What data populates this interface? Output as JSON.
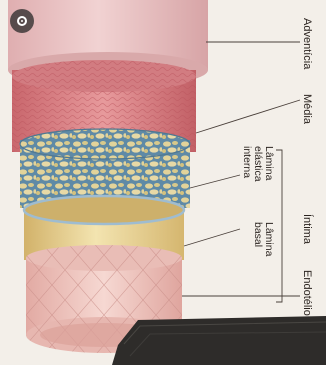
{
  "labels": {
    "adventicia": "Adventícia",
    "media": "Média",
    "lamina_elastica_l1": "Lâmina",
    "lamina_elastica_l2": "elástica",
    "lamina_elastica_l3": "interna",
    "lamina_basal_l1": "Lâmina",
    "lamina_basal_l2": "basal",
    "intima": "Íntima",
    "endotelio": "Endotélio"
  },
  "colors": {
    "background": "#f3efe9",
    "adventicia": "#e9c2c3",
    "media": "#d9868a",
    "lamina_elastica": "#6d8fa8",
    "lamina_basal": "#e4cf90",
    "endotelio": "#eec6bf"
  },
  "icons": {
    "viewer_button": "dot-circle-icon"
  }
}
